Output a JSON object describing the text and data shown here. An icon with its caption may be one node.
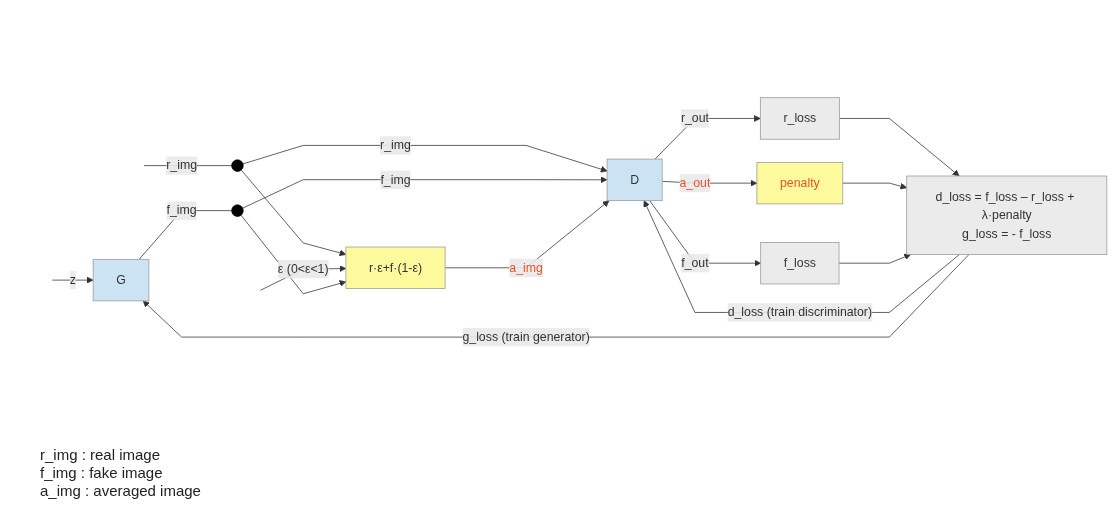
{
  "diagram": {
    "nodes": [
      {
        "text": [
          "G"
        ]
      },
      {
        "text": [
          "r·ε+f·(1-ε)"
        ]
      },
      {
        "text": [
          "D"
        ]
      },
      {
        "text": [
          "r_loss"
        ]
      },
      {
        "text": [
          "penalty"
        ]
      },
      {
        "text": [
          "f_loss"
        ]
      },
      {
        "text": [
          "d_loss = f_loss – r_loss + λ·penalty",
          "g_loss = - f_loss"
        ]
      },
      {
        "text": [],
        "shape": "circle"
      },
      {
        "text": [],
        "shape": "circle"
      }
    ],
    "edges": [
      {
        "from": null,
        "to": 0,
        "arrow": "to",
        "label": "z"
      },
      {
        "from": null,
        "to": 7,
        "arrow": "none",
        "label": "r_img"
      },
      {
        "from": 7,
        "to": 2,
        "arrow": "to",
        "label": "r_img"
      },
      {
        "from": 7,
        "to": 1,
        "arrow": "to"
      },
      {
        "from": null,
        "to": 1,
        "arrow": "to",
        "label": "ε (0<ε<1)"
      },
      {
        "from": 0,
        "to": 8,
        "arrow": "none",
        "label": "f_img"
      },
      {
        "from": 8,
        "to": 2,
        "arrow": "to",
        "label": "f_img"
      },
      {
        "from": 8,
        "to": 1,
        "arrow": "to"
      },
      {
        "from": 1,
        "to": 2,
        "arrow": "to",
        "label": "a_img"
      },
      {
        "from": 2,
        "to": 3,
        "arrow": "to",
        "label": "r_out"
      },
      {
        "from": 2,
        "to": 4,
        "arrow": "to",
        "label": "a_out"
      },
      {
        "from": 2,
        "to": 5,
        "arrow": "to",
        "label": "f_out"
      },
      {
        "from": 3,
        "to": 6,
        "arrow": "to"
      },
      {
        "from": 4,
        "to": 6,
        "arrow": "to"
      },
      {
        "from": 5,
        "to": 6,
        "arrow": "to"
      },
      {
        "from": 6,
        "to": 2,
        "arrow": "to",
        "label": "d_loss (train discriminator)"
      },
      {
        "from": 6,
        "to": 0,
        "arrow": "to",
        "label": "g_loss (train generator)"
      }
    ],
    "labels": [
      "r_img : real image",
      "f_img : fake image",
      "a_img : averaged image"
    ]
  }
}
